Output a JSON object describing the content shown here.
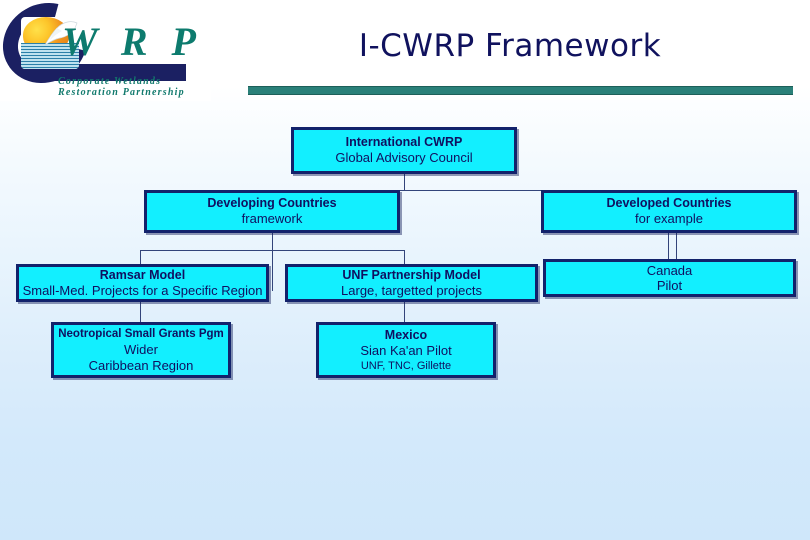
{
  "slide": {
    "title": "I-CWRP Framework",
    "accent_color": "#2a8079",
    "title_color": "#10125e",
    "node_fill": "#12efff",
    "node_border": "#12226b"
  },
  "logo": {
    "letters": "W R P",
    "tagline_line1": "Corporate Wetlands",
    "tagline_line2": "Restoration Partnership",
    "mark_letter": "C"
  },
  "chart_data": {
    "type": "diagram",
    "title": "I-CWRP Framework",
    "nodes": [
      {
        "id": "intl",
        "line1": "International CWRP",
        "line2": "Global Advisory Council",
        "line3": ""
      },
      {
        "id": "developing",
        "line1": "Developing Countries",
        "line2": "framework",
        "line3": ""
      },
      {
        "id": "developed",
        "line1": "Developed Countries",
        "line2": "for example",
        "line3": ""
      },
      {
        "id": "ramsar",
        "line1": "Ramsar Model",
        "line2": "Small-Med. Projects for a Specific Region",
        "line3": ""
      },
      {
        "id": "unf",
        "line1": "UNF Partnership Model",
        "line2": "Large, targetted projects",
        "line3": ""
      },
      {
        "id": "canada",
        "line1": "Canada",
        "line2": "Pilot",
        "line3": ""
      },
      {
        "id": "neotropical",
        "line1": "Neotropical Small Grants Pgm",
        "line2": "Wider",
        "line3": "Caribbean Region"
      },
      {
        "id": "mexico",
        "line1": "Mexico",
        "line2": "Sian Ka'an Pilot",
        "line3": "UNF, TNC, Gillette"
      }
    ],
    "edges": [
      {
        "from": "intl",
        "to": "developing"
      },
      {
        "from": "intl",
        "to": "developed"
      },
      {
        "from": "developing",
        "to": "ramsar"
      },
      {
        "from": "developing",
        "to": "unf"
      },
      {
        "from": "developed",
        "to": "canada"
      },
      {
        "from": "ramsar",
        "to": "neotropical"
      },
      {
        "from": "unf",
        "to": "mexico"
      }
    ]
  }
}
